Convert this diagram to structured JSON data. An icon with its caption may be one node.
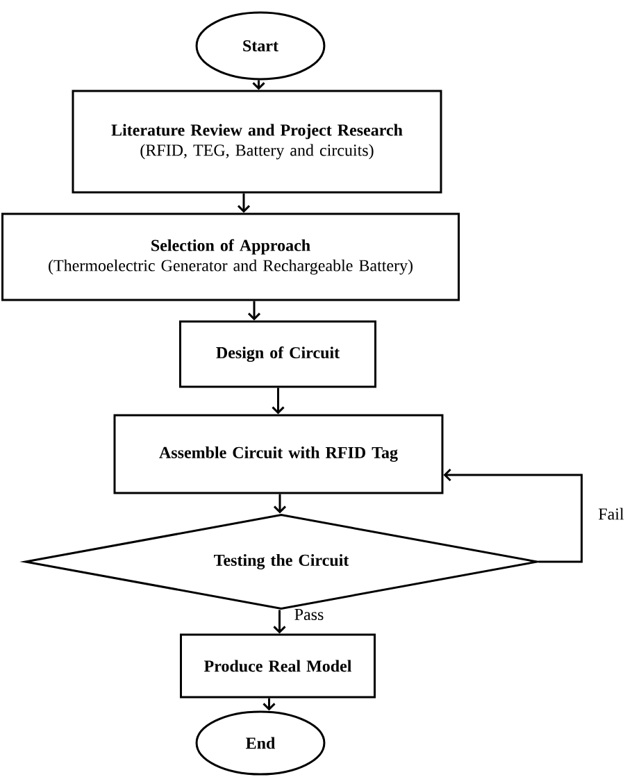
{
  "diagram": {
    "nodes": [
      {
        "text": [
          "Start"
        ]
      },
      {
        "text": [
          "Literature Review and Project Research",
          "(RFID, TEG, Battery and circuits)"
        ]
      },
      {
        "text": [
          "Selection of Approach",
          "(Thermoelectric Generator and Rechargeable Battery)"
        ]
      },
      {
        "text": [
          "Design of Circuit"
        ]
      },
      {
        "text": [
          "Assemble Circuit with RFID Tag"
        ]
      },
      {
        "text": [
          "Testing the Circuit"
        ]
      },
      {
        "text": [
          "Produce Real Model"
        ]
      },
      {
        "text": [
          "End"
        ]
      }
    ],
    "edges": [
      {
        "from": 0,
        "to": 1,
        "arrow": "to"
      },
      {
        "from": 1,
        "to": 2,
        "arrow": "to"
      },
      {
        "from": 2,
        "to": 3,
        "arrow": "to"
      },
      {
        "from": 3,
        "to": 4,
        "arrow": "to"
      },
      {
        "from": 4,
        "to": 5,
        "arrow": "to"
      },
      {
        "from": 5,
        "to": 4,
        "arrow": "to",
        "label": "Fail"
      },
      {
        "from": 5,
        "to": 6,
        "arrow": "to",
        "label": "Pass"
      },
      {
        "from": 6,
        "to": 7,
        "arrow": "to"
      }
    ]
  }
}
